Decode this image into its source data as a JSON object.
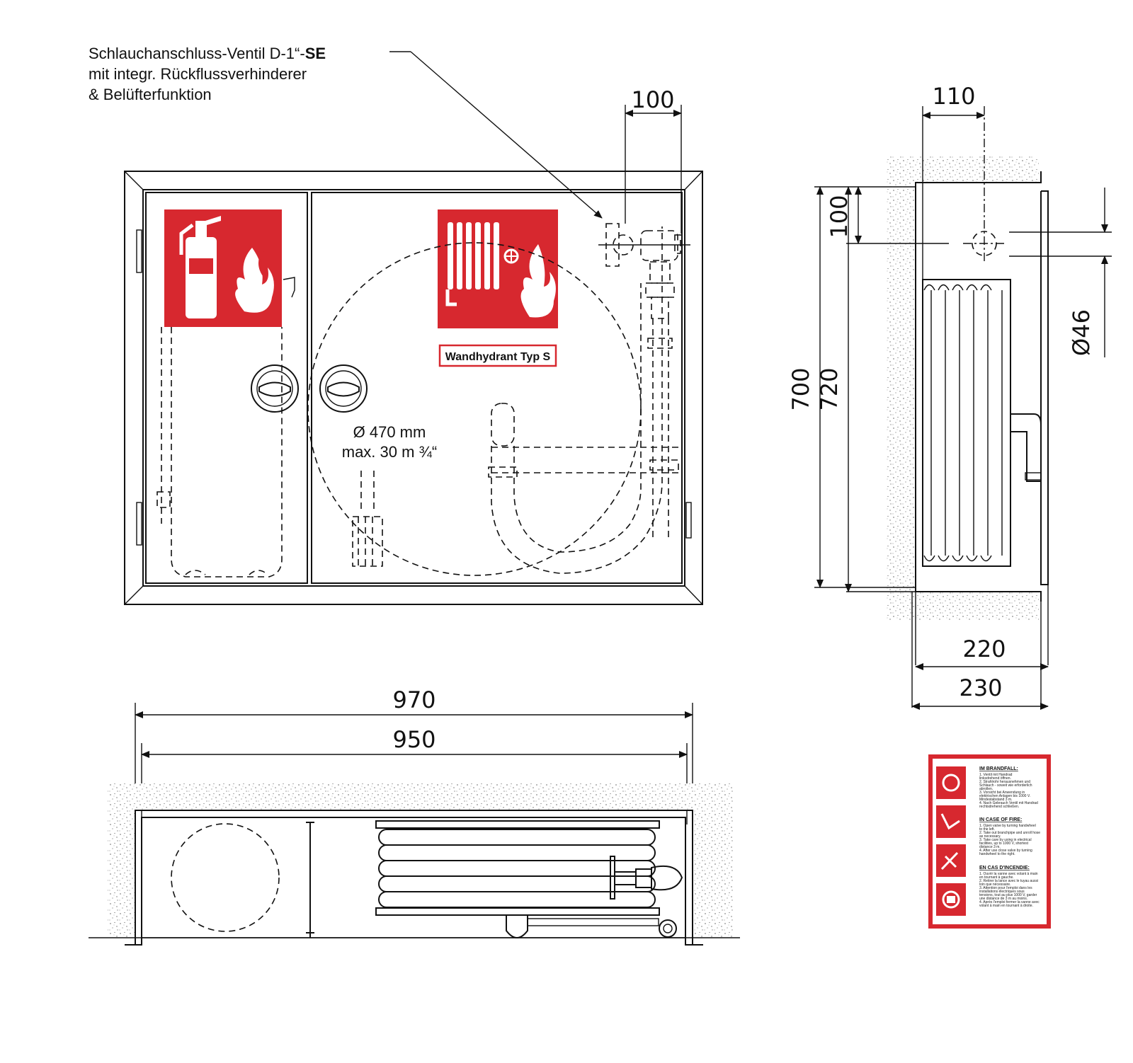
{
  "callout": {
    "line1_pre": "Schlauchanschluss-Ventil D-1“-",
    "line1_bold": "SE",
    "line2": "mit integr. Rückflussverhinderer",
    "line3": "& Belüfterfunktion"
  },
  "dimensions": {
    "front_valve_offset": "100",
    "side_depth_top": "110",
    "side_valve_offset": "100",
    "height_outer": "700",
    "height_inner": "720",
    "pipe_diameter": "Ø46",
    "depth_inner": "220",
    "depth_outer": "230",
    "width_outer": "970",
    "width_inner": "950"
  },
  "front_view": {
    "sign_label": "Wandhydrant Typ S",
    "reel_diameter": "Ø 470 mm",
    "hose_spec": "max. 30 m ¾“"
  },
  "instruction_card": {
    "sections": [
      {
        "heading": "IM BRANDFALL:",
        "lines": [
          "1. Ventil mit Handrad",
          "linksdrehend öffnen.",
          "2. Strahlrohr herausnehmen und",
          "Schlauch - soweit wie erforderlich",
          "abrollen.",
          "3. Vorsicht bei Anwendung in",
          "elektrischen Anlagen bis 1000 V.",
          "Mindestabstand 3 m.",
          "4. Nach Gebrauch Ventil mit Handrad",
          "rechtsdrehend schließen."
        ]
      },
      {
        "heading": "IN CASE OF FIRE:",
        "lines": [
          "1. Open valve by turning handwheel",
          "to the left.",
          "2. Take out branchpipe and unroll hose",
          "as necessary.",
          "3. Take care by using in electrical",
          "facilities, up to 1000 V, shortest",
          "distance 3 m.",
          "4. After use close valve by turning",
          "handwheel to the right."
        ]
      },
      {
        "heading": "EN CAS D'INCENDIE:",
        "lines": [
          "1. Ouvrir la vanne avec volant à main",
          "en tournant à gauche.",
          "2. Retirer la lance avec le tuyau aussi",
          "loin que nécessaire.",
          "3. Attention pour l'emploi dans les",
          "installations électriques sous",
          "tensions, tout au plus 1000 V, garder",
          "une distance de 3 m au moins.",
          "4. Après l'emploi fermer la vanne avec",
          "volant à main en tournant à droite."
        ]
      }
    ]
  },
  "colors": {
    "sign_red": "#d7282f",
    "line": "#111111",
    "concrete": "#999999"
  },
  "icons": [
    "fire-extinguisher-icon",
    "fire-hose-reel-icon",
    "flame-icon"
  ]
}
